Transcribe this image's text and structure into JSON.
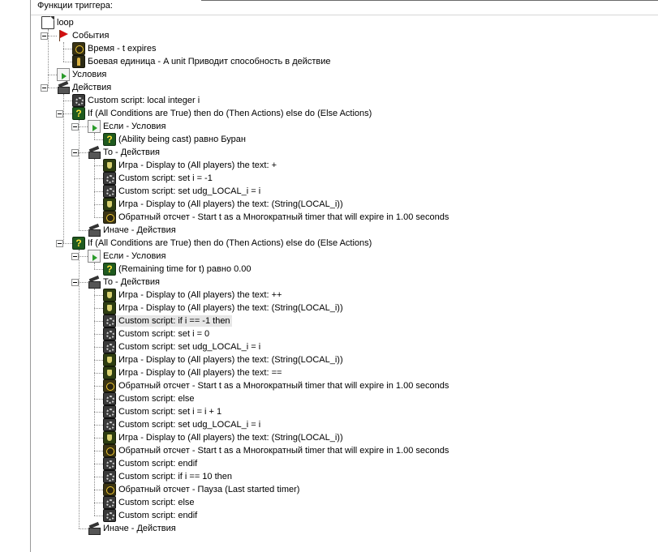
{
  "panel": {
    "title": "Функции триггера:"
  },
  "tree": {
    "rows": [
      {
        "depth": 0,
        "toggle": false,
        "icon": "document-icon",
        "label": "loop"
      },
      {
        "depth": 1,
        "toggle": true,
        "icon": "flag-icon",
        "label": "События"
      },
      {
        "depth": 2,
        "toggle": false,
        "icon": "clock-icon",
        "label": "Время - t expires"
      },
      {
        "depth": 2,
        "toggle": false,
        "icon": "unit-icon",
        "label": "Боевая единица - A unit Приводит способность в действие"
      },
      {
        "depth": 1,
        "toggle": false,
        "icon": "condition-icon",
        "label": "Условия"
      },
      {
        "depth": 1,
        "toggle": true,
        "icon": "action-icon",
        "label": "Действия"
      },
      {
        "depth": 2,
        "toggle": false,
        "icon": "gear-icon",
        "label": "Custom script:   local integer i"
      },
      {
        "depth": 2,
        "toggle": true,
        "icon": "question-icon",
        "label": "If (All Conditions are True) then do (Then Actions) else do (Else Actions)"
      },
      {
        "depth": 3,
        "toggle": true,
        "icon": "condition-icon",
        "label": "Если - Условия"
      },
      {
        "depth": 4,
        "toggle": false,
        "icon": "question-icon",
        "label": "(Ability being cast) равно Буран"
      },
      {
        "depth": 3,
        "toggle": true,
        "icon": "action-icon",
        "label": "То - Действия"
      },
      {
        "depth": 4,
        "toggle": false,
        "icon": "game-icon",
        "label": "Игра - Display to (All players) the text: +"
      },
      {
        "depth": 4,
        "toggle": false,
        "icon": "gear-icon",
        "label": "Custom script:   set i = -1"
      },
      {
        "depth": 4,
        "toggle": false,
        "icon": "gear-icon",
        "label": "Custom script:   set udg_LOCAL_i = i"
      },
      {
        "depth": 4,
        "toggle": false,
        "icon": "game-icon",
        "label": "Игра - Display to (All players) the text: (String(LOCAL_i))"
      },
      {
        "depth": 4,
        "toggle": false,
        "icon": "clock-icon",
        "label": "Обратный отсчет - Start t as a Многократный timer that will expire in 1.00 seconds"
      },
      {
        "depth": 3,
        "toggle": false,
        "icon": "action-icon",
        "label": "Иначе - Действия"
      },
      {
        "depth": 2,
        "toggle": true,
        "icon": "question-icon",
        "label": "If (All Conditions are True) then do (Then Actions) else do (Else Actions)"
      },
      {
        "depth": 3,
        "toggle": true,
        "icon": "condition-icon",
        "label": "Если - Условия"
      },
      {
        "depth": 4,
        "toggle": false,
        "icon": "question-icon",
        "label": "(Remaining time for t) равно 0.00"
      },
      {
        "depth": 3,
        "toggle": true,
        "icon": "action-icon",
        "label": "То - Действия"
      },
      {
        "depth": 4,
        "toggle": false,
        "icon": "game-icon",
        "label": "Игра - Display to (All players) the text: ++"
      },
      {
        "depth": 4,
        "toggle": false,
        "icon": "game-icon",
        "label": "Игра - Display to (All players) the text: (String(LOCAL_i))"
      },
      {
        "depth": 4,
        "toggle": false,
        "icon": "gear-icon",
        "label": "Custom script:   if i == -1 then",
        "selected": true
      },
      {
        "depth": 4,
        "toggle": false,
        "icon": "gear-icon",
        "label": "Custom script:   set i = 0"
      },
      {
        "depth": 4,
        "toggle": false,
        "icon": "gear-icon",
        "label": "Custom script:   set udg_LOCAL_i = i"
      },
      {
        "depth": 4,
        "toggle": false,
        "icon": "game-icon",
        "label": "Игра - Display to (All players) the text: (String(LOCAL_i))"
      },
      {
        "depth": 4,
        "toggle": false,
        "icon": "game-icon",
        "label": "Игра - Display to (All players) the text: =="
      },
      {
        "depth": 4,
        "toggle": false,
        "icon": "clock-icon",
        "label": "Обратный отсчет - Start t as a Многократный timer that will expire in 1.00 seconds"
      },
      {
        "depth": 4,
        "toggle": false,
        "icon": "gear-icon",
        "label": "Custom script:   else"
      },
      {
        "depth": 4,
        "toggle": false,
        "icon": "gear-icon",
        "label": "Custom script:   set i = i + 1"
      },
      {
        "depth": 4,
        "toggle": false,
        "icon": "gear-icon",
        "label": "Custom script:   set udg_LOCAL_i = i"
      },
      {
        "depth": 4,
        "toggle": false,
        "icon": "game-icon",
        "label": "Игра - Display to (All players) the text: (String(LOCAL_i))"
      },
      {
        "depth": 4,
        "toggle": false,
        "icon": "clock-icon",
        "label": "Обратный отсчет - Start t as a Многократный timer that will expire in 1.00 seconds"
      },
      {
        "depth": 4,
        "toggle": false,
        "icon": "gear-icon",
        "label": "Custom script:   endif"
      },
      {
        "depth": 4,
        "toggle": false,
        "icon": "gear-icon",
        "label": "Custom script:   if i == 10 then"
      },
      {
        "depth": 4,
        "toggle": false,
        "icon": "clock-icon",
        "label": "Обратный отсчет - Пауза (Last started timer)"
      },
      {
        "depth": 4,
        "toggle": false,
        "icon": "gear-icon",
        "label": "Custom script:   else"
      },
      {
        "depth": 4,
        "toggle": false,
        "icon": "gear-icon",
        "label": "Custom script:   endif"
      },
      {
        "depth": 3,
        "toggle": false,
        "icon": "action-icon",
        "label": "Иначе - Действия"
      }
    ]
  }
}
